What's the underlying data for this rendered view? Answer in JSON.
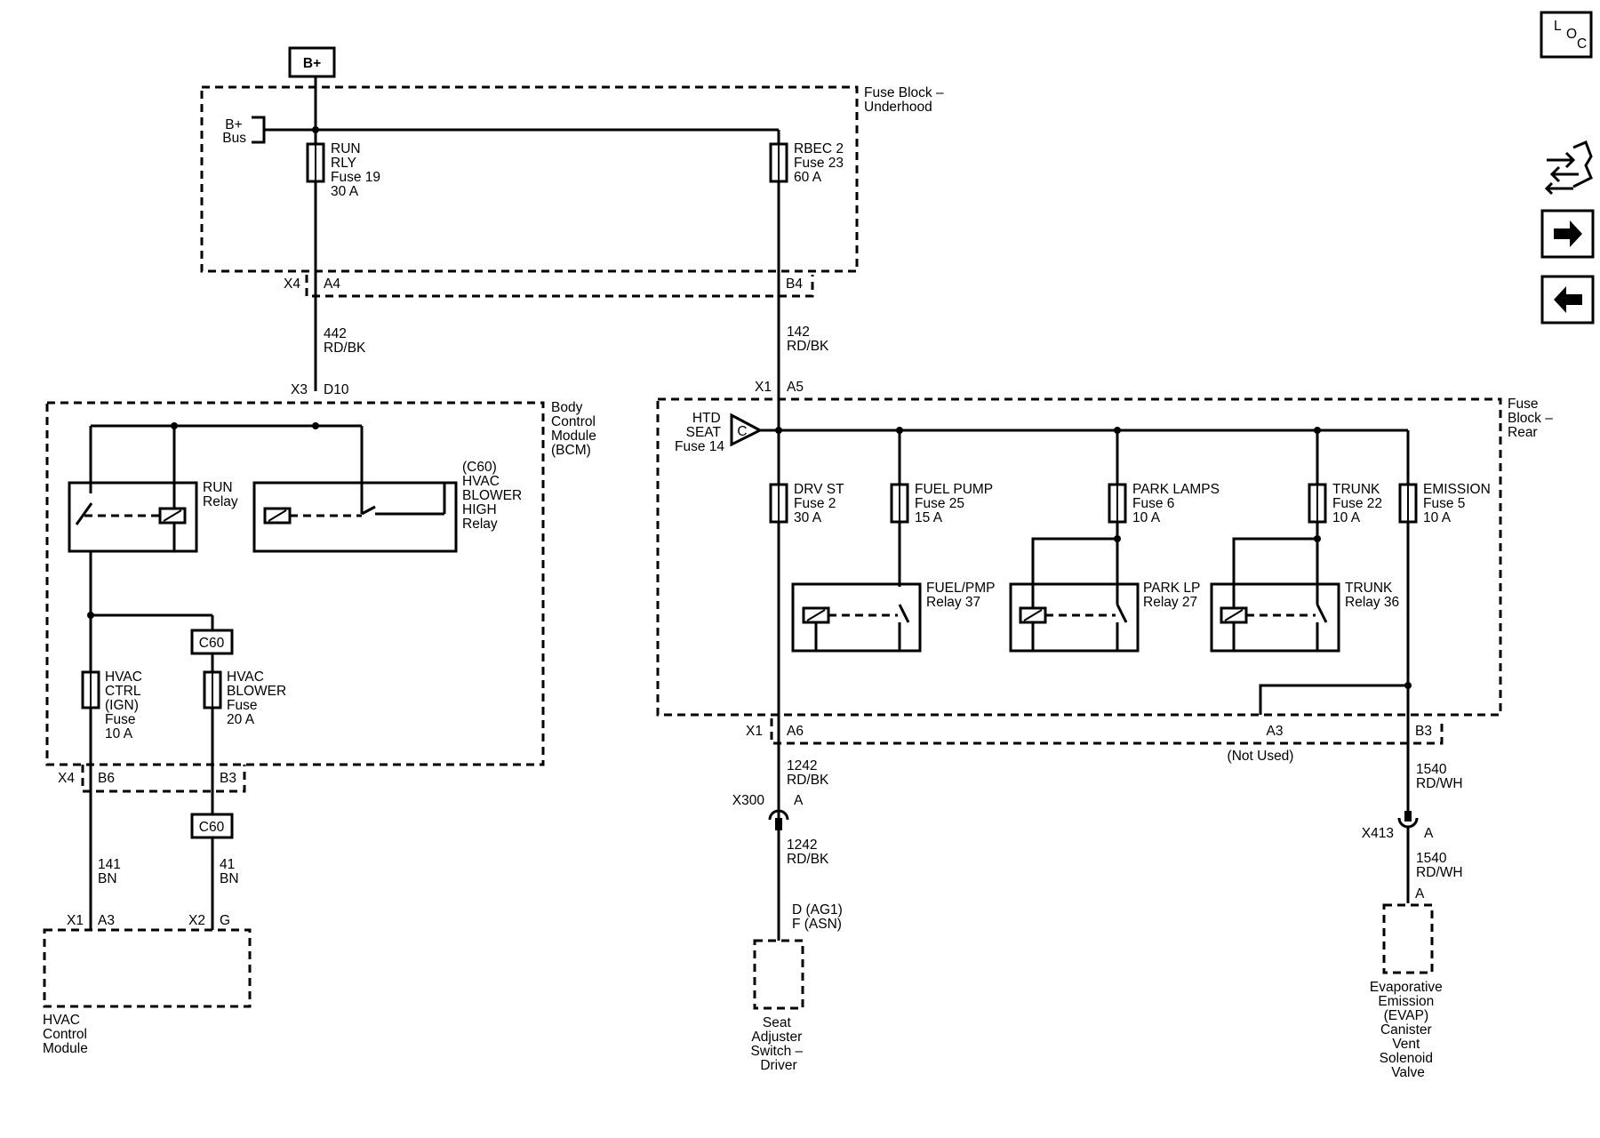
{
  "power": {
    "bplus": "B+"
  },
  "loc_icon": {
    "l": "L",
    "o": "O",
    "c": "C"
  },
  "fuse_block_underhood": {
    "title": [
      "Fuse Block –",
      "Underhood"
    ],
    "bus_label": [
      "B+",
      "Bus"
    ],
    "fuse_run": [
      "RUN",
      "RLY",
      "Fuse 19",
      "30 A"
    ],
    "fuse_rbec": [
      "RBEC 2",
      "Fuse 23",
      "60 A"
    ],
    "conn_x4": "X4",
    "pin_a4": "A4",
    "pin_b4": "B4"
  },
  "wires": {
    "w442": [
      "442",
      "RD/BK"
    ],
    "w142": [
      "142",
      "RD/BK"
    ],
    "w1242a": [
      "1242",
      "RD/BK"
    ],
    "w1242b": [
      "1242",
      "RD/BK"
    ],
    "w1540a": [
      "1540",
      "RD/WH"
    ],
    "w1540b": [
      "1540",
      "RD/WH"
    ],
    "w141": [
      "141",
      "BN"
    ],
    "w41": [
      "41",
      "BN"
    ]
  },
  "bcm": {
    "title": [
      "Body",
      "Control",
      "Module",
      "(BCM)"
    ],
    "conn_x3": "X3",
    "pin_d10": "D10",
    "run_relay": [
      "RUN",
      "Relay"
    ],
    "blower_relay": [
      "(C60)",
      "HVAC",
      "BLOWER",
      "HIGH",
      "Relay"
    ],
    "c60_top": "C60",
    "c60_bottom": "C60",
    "fuse_hvac_ctrl": [
      "HVAC",
      "CTRL",
      "(IGN)",
      "Fuse",
      "10 A"
    ],
    "fuse_hvac_blower": [
      "HVAC",
      "BLOWER",
      "Fuse",
      "20 A"
    ],
    "conn_x4": "X4",
    "pin_b6": "B6",
    "pin_b3": "B3"
  },
  "hvac_module": {
    "title": [
      "HVAC",
      "Control",
      "Module"
    ],
    "conn_x1": "X1",
    "pin_a3": "A3",
    "conn_x2": "X2",
    "pin_g": "G"
  },
  "fuse_block_rear": {
    "title": [
      "Fuse",
      "Block –",
      "Rear"
    ],
    "conn_x1_top": "X1",
    "pin_a5": "A5",
    "htd_seat": [
      "HTD",
      "SEAT",
      "Fuse 14"
    ],
    "htd_seat_letter": "C",
    "fuse_drv_st": [
      "DRV ST",
      "Fuse 2",
      "30 A"
    ],
    "fuse_fuel_pump": [
      "FUEL PUMP",
      "Fuse 25",
      "15 A"
    ],
    "fuse_park_lamps": [
      "PARK LAMPS",
      "Fuse 6",
      "10 A"
    ],
    "fuse_trunk": [
      "TRUNK",
      "Fuse 22",
      "10 A"
    ],
    "fuse_emission": [
      "EMISSION",
      "Fuse 5",
      "10 A"
    ],
    "relay_fuel": [
      "FUEL/PMP",
      "Relay 37"
    ],
    "relay_park": [
      "PARK LP",
      "Relay 27"
    ],
    "relay_trunk": [
      "TRUNK",
      "Relay 36"
    ],
    "conn_x1_bottom": "X1",
    "pin_a6": "A6",
    "pin_a3": "A3",
    "pin_b3": "B3",
    "not_used": "(Not Used)"
  },
  "seat_switch": {
    "conn_x300": "X300",
    "pin_a": "A",
    "pins": [
      "D (AG1)",
      "F (ASN)"
    ],
    "title": [
      "Seat",
      "Adjuster",
      "Switch –",
      "Driver"
    ]
  },
  "evap": {
    "conn_x413": "X413",
    "pin_a_top": "A",
    "pin_a_bottom": "A",
    "title": [
      "Evaporative",
      "Emission",
      "(EVAP)",
      "Canister",
      "Vent",
      "Solenoid",
      "Valve"
    ]
  }
}
